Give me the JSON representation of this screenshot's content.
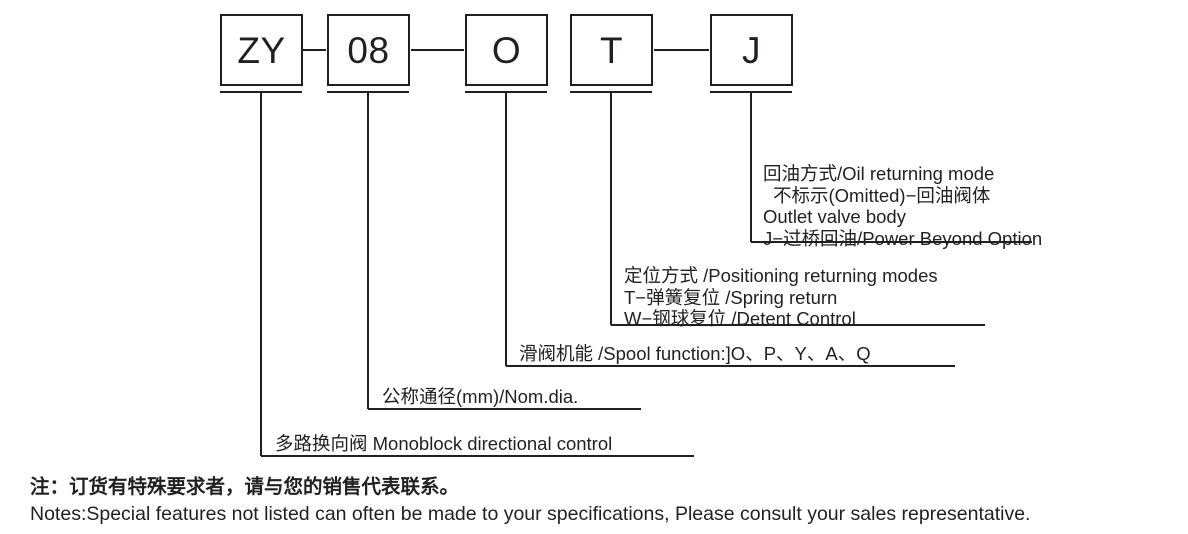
{
  "code_boxes": [
    {
      "id": "series",
      "label": "ZY"
    },
    {
      "id": "nom-dia",
      "label": "08"
    },
    {
      "id": "spool",
      "label": "O"
    },
    {
      "id": "positioning",
      "label": "T"
    },
    {
      "id": "oil-return",
      "label": "J"
    }
  ],
  "annotations": {
    "oil_returning": {
      "lines": [
        "回油方式/Oil returning mode",
        "不标示(Omitted)−回油阀体",
        "Outlet valve body",
        "J−过桥回油/Power Beyond Option"
      ]
    },
    "positioning": {
      "lines": [
        "定位方式 /Positioning returning modes",
        "T−弹簧复位 /Spring return",
        "W−钢球复位 /Detent Control"
      ]
    },
    "spool_function": {
      "lines": [
        "滑阀机能 /Spool function:]O、P、Y、A、Q"
      ]
    },
    "nominal_diameter": {
      "lines": [
        "公称通径(mm)/Nom.dia."
      ]
    },
    "monoblock": {
      "lines": [
        "多路换向阀 Monoblock directional control"
      ]
    }
  },
  "notes": {
    "chinese": "注：订货有特殊要求者，请与您的销售代表联系。",
    "english": "Notes:Special features not listed can often be made to your specifications, Please consult your sales representative."
  },
  "colors": {
    "ink": "#231f20",
    "background": "#ffffff"
  }
}
